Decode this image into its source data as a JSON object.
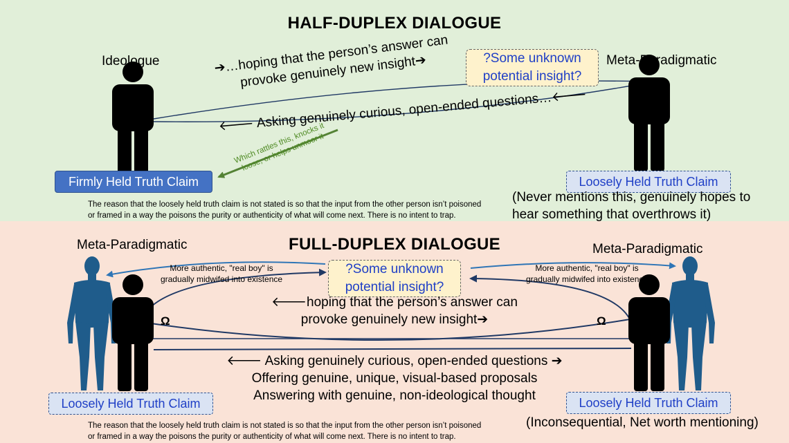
{
  "half_duplex": {
    "title": "HALF-DUPLEX DIALOGUE",
    "left_role": "Ideologue",
    "right_role": "Meta-Paradigmatic",
    "hoping_line1": "➔…hoping that the person’s answer can",
    "hoping_line2": "provoke genuinely new insight➔",
    "insight_line1": "?Some unknown",
    "insight_line2": "potential insight?",
    "asking": "🡐 Asking genuinely curious, open-ended questions…🡐",
    "rattles_line1": "Which rattles this, knocks it",
    "rattles_line2": "loose, or helps unmoor it",
    "firm_claim": "Firmly Held Truth Claim",
    "loose_claim": "Loosely Held Truth Claim",
    "never_line1": "(Never mentions this, genuinely hopes to",
    "never_line2": "hear something that overthrows it)",
    "note_line1": "The reason that the loosely held truth claim is not stated is so that the input from the other person isn’t poisoned",
    "note_line2": "or framed in a way the poisons the purity or authenticity of what will come next. There is no intent to trap."
  },
  "full_duplex": {
    "title": "FULL-DUPLEX DIALOGUE",
    "left_role": "Meta-Paradigmatic",
    "right_role": "Meta-Paradigmatic",
    "authentic_line1": "More authentic, \"real boy\" is",
    "authentic_line2": "gradually midwifed into existence",
    "insight_line1": "?Some unknown",
    "insight_line2": "potential insight?",
    "omega": "Ω",
    "hoping_line1": "🡐hoping that the person’s answer can",
    "hoping_line2": "provoke genuinely new insight➔",
    "asking": "🡐 Asking genuinely curious, open-ended questions ➔",
    "offering": "Offering genuine, unique, visual-based proposals",
    "answering": "Answering with genuine, non-ideological thought",
    "left_claim": "Loosely Held Truth Claim",
    "right_claim": "Loosely Held Truth Claim",
    "inconsequential": "(Inconsequential, Net worth mentioning)",
    "note_line1": "The reason that the loosely held truth claim is not stated is so that the input from the other person isn’t poisoned",
    "note_line2": "or framed in a way the poisons the purity or authenticity of what will come next. There is no intent to trap."
  },
  "colors": {
    "top_bg": "#e1efd9",
    "bottom_bg": "#fae3d7",
    "curve": "#1f3864",
    "blue_arrow": "#2e75b6",
    "green_arrow": "#548235",
    "body_blue": "#1f5c8b"
  },
  "icons": [
    "person-black-icon",
    "human-body-blue-icon"
  ]
}
